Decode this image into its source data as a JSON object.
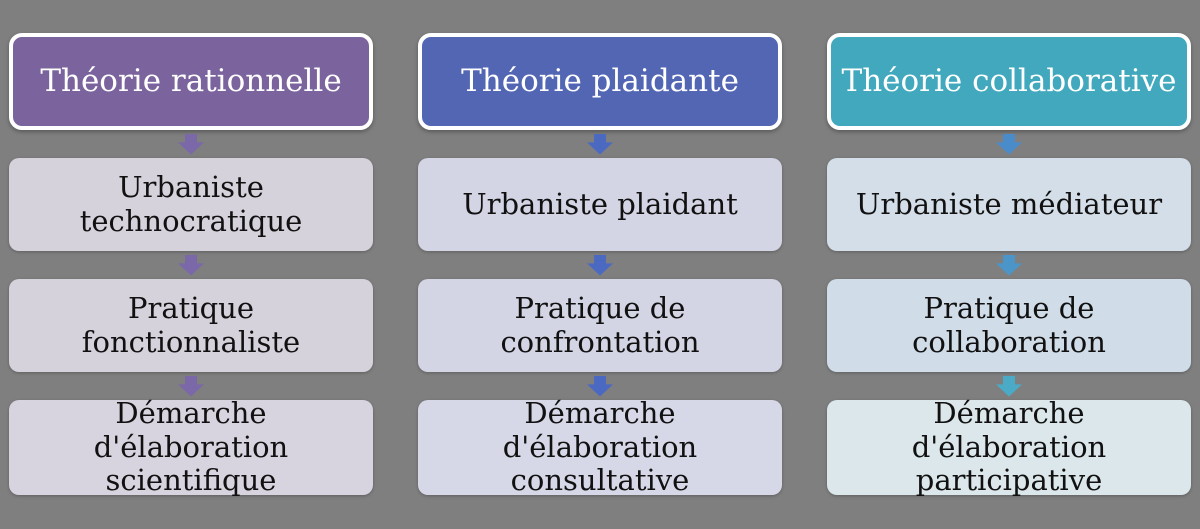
{
  "diagram": {
    "background": "#7F7F7F",
    "columns": [
      {
        "header": {
          "label": "Théorie rationnelle",
          "fill": "#7B649E",
          "text_color": "#FFFFFF"
        },
        "arrow_colors": [
          "#7A68A8",
          "#7A68A8",
          "#7A68A8"
        ],
        "boxes": [
          {
            "label": "Urbaniste\ntechnocratique",
            "fill": "#D6D2DC"
          },
          {
            "label": "Pratique fonctionnaliste",
            "fill": "#D6D2DC"
          },
          {
            "label": "Démarche d'élaboration\nscientifique",
            "fill": "#D8D4DF"
          }
        ]
      },
      {
        "header": {
          "label": "Théorie plaidante",
          "fill": "#5266B4",
          "text_color": "#FFFFFF"
        },
        "arrow_colors": [
          "#4C69C2",
          "#4C69C2",
          "#4C69C2"
        ],
        "boxes": [
          {
            "label": "Urbaniste plaidant",
            "fill": "#D3D4E4"
          },
          {
            "label": "Pratique de\nconfrontation",
            "fill": "#D3D4E4"
          },
          {
            "label": "Démarche d'élaboration\nconsultative",
            "fill": "#D6D8E8"
          }
        ]
      },
      {
        "header": {
          "label": "Théorie collaborative",
          "fill": "#41A8BE",
          "text_color": "#FFFFFF"
        },
        "arrow_colors": [
          "#4A8BC9",
          "#4C95C8",
          "#4BAAC6"
        ],
        "boxes": [
          {
            "label": "Urbaniste médiateur",
            "fill": "#D4DEE8"
          },
          {
            "label": "Pratique de\ncollaboration",
            "fill": "#D0DCE8"
          },
          {
            "label": "Démarche d'élaboration\nparticipative",
            "fill": "#DBE7EA"
          }
        ]
      }
    ]
  }
}
